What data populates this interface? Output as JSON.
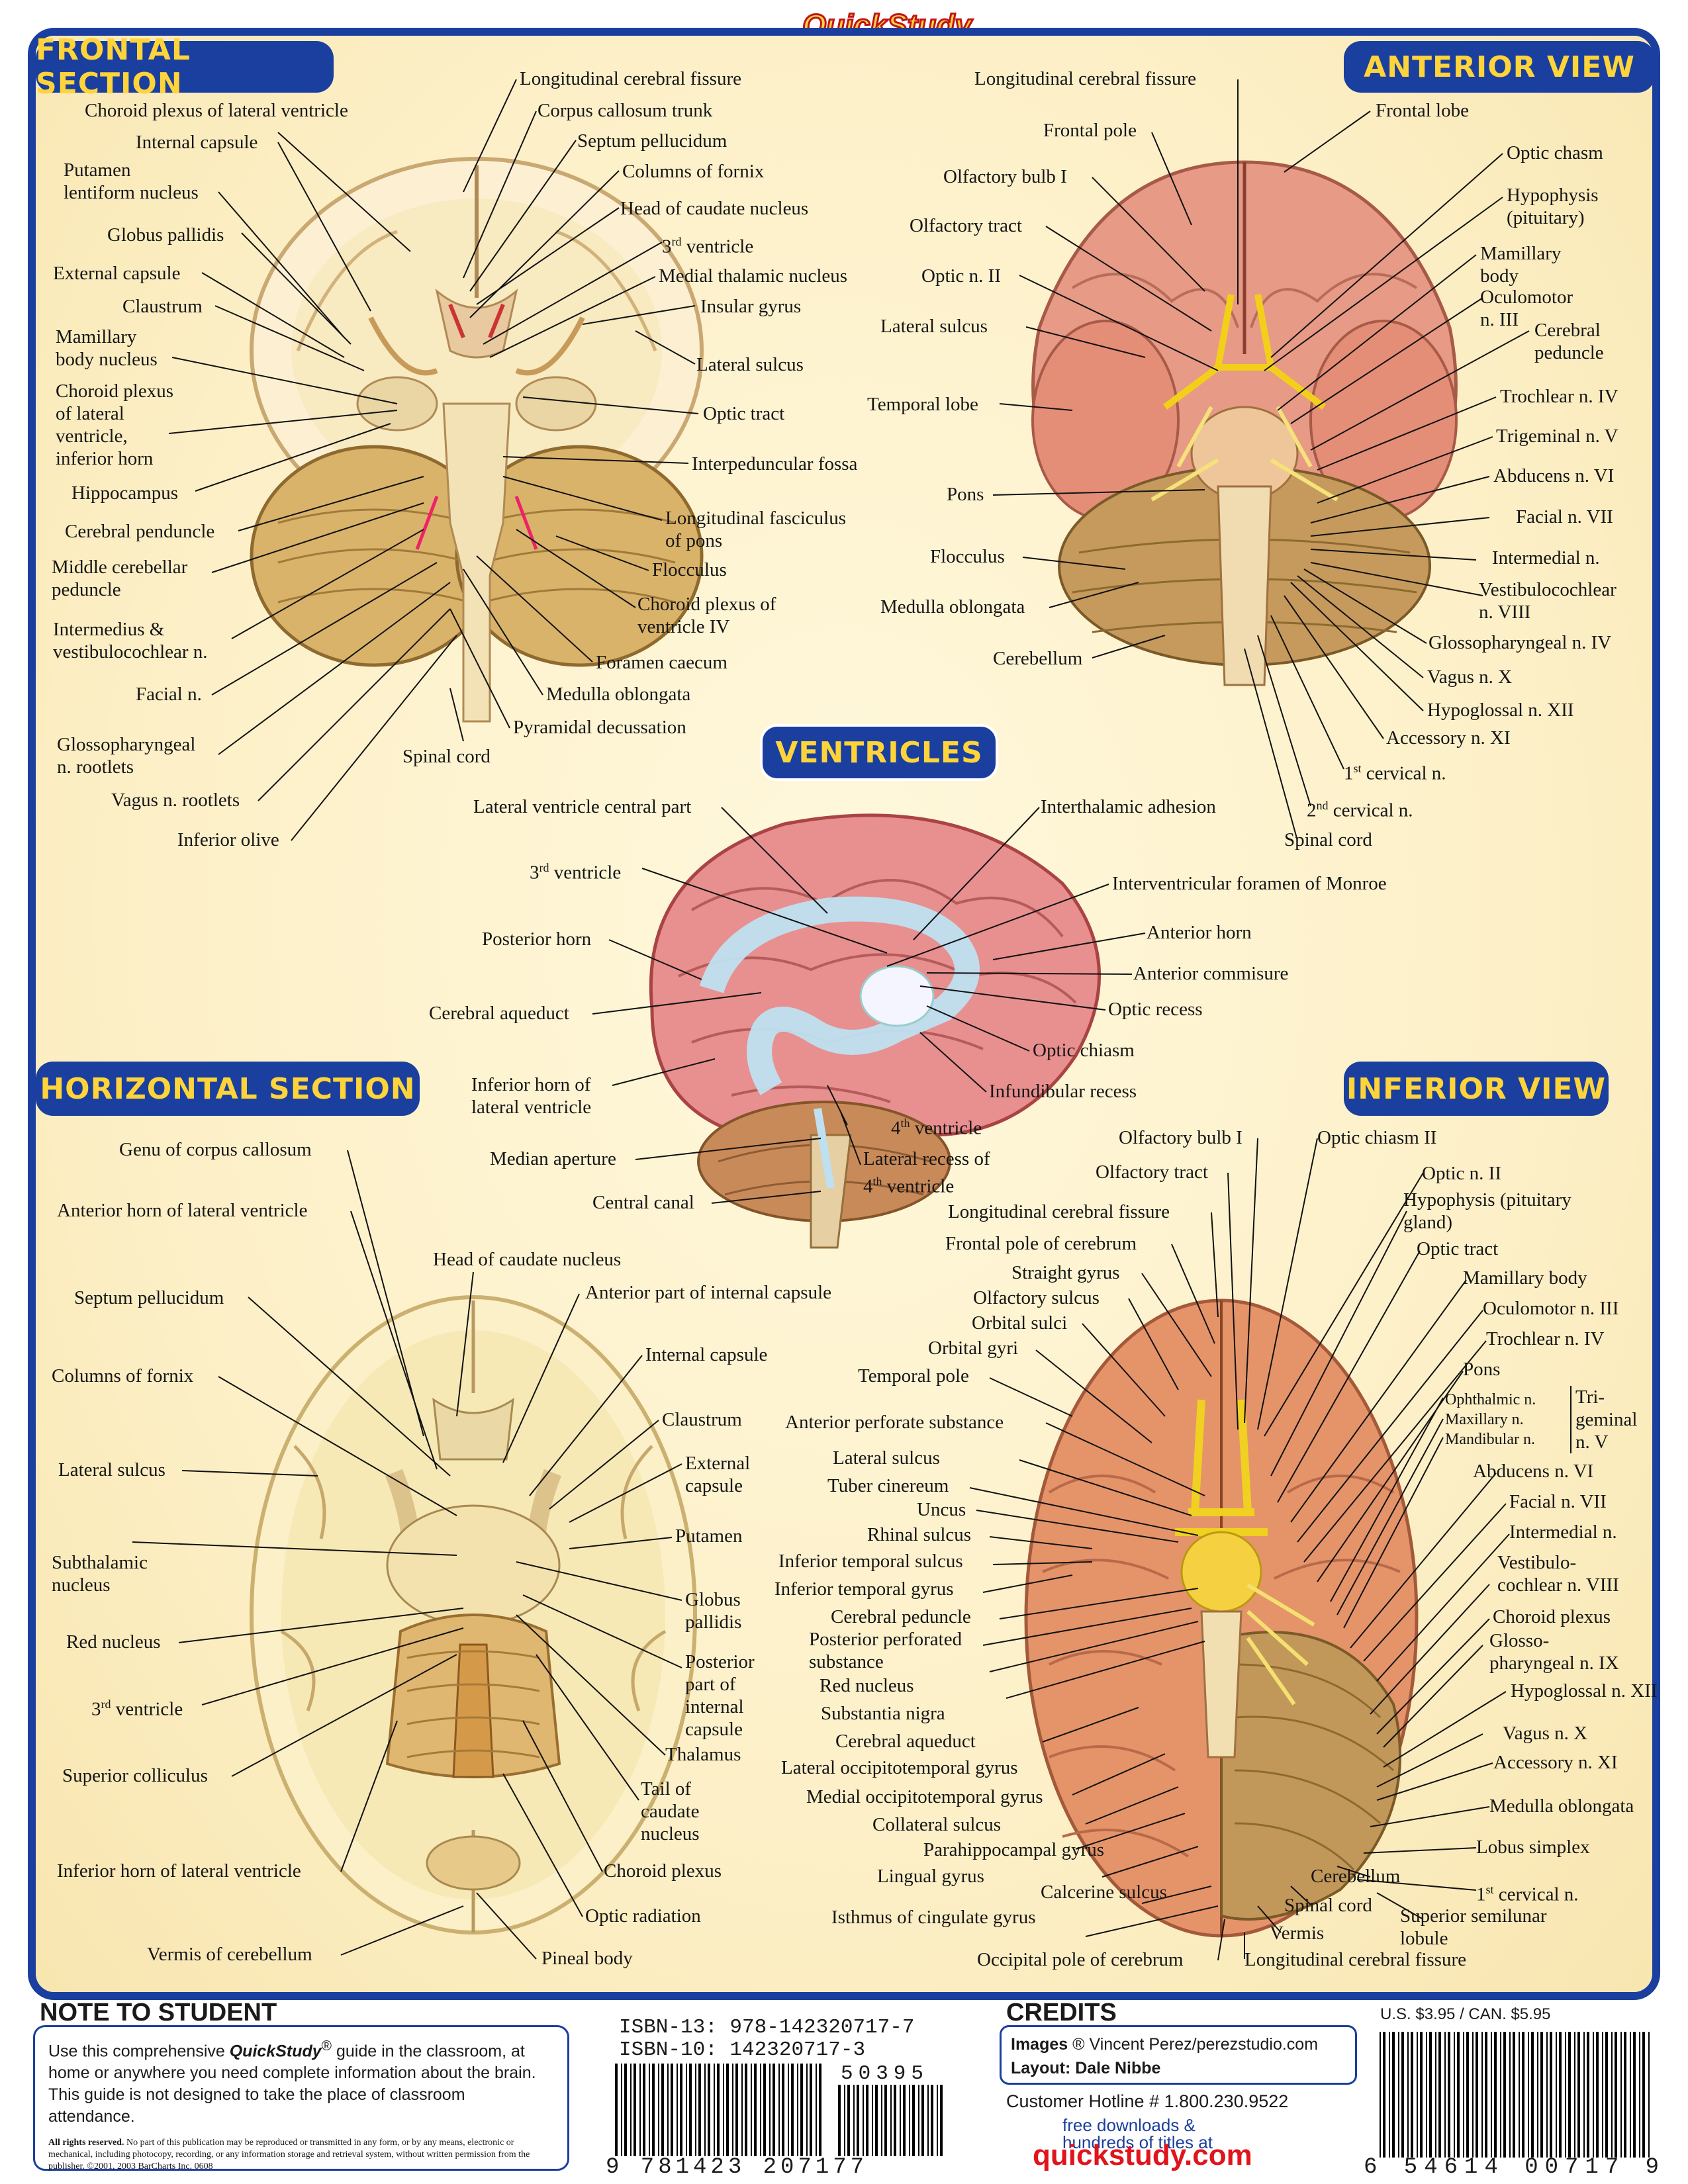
{
  "brand": {
    "logo_text": "QuickStudy"
  },
  "sections": {
    "frontal": "FRONTAL SECTION",
    "anterior": "ANTERIOR VIEW",
    "ventricles": "VENTRICLES",
    "horizontal": "HORIZONTAL SECTION",
    "inferior": "INFERIOR VIEW"
  },
  "frontal_labels": {
    "l1": "Longitudinal cerebral fissure",
    "l2": "Corpus callosum trunk",
    "l3": "Septum pellucidum",
    "l4": "Columns of fornix",
    "l5": "Head of caudate nucleus",
    "l6a": "3",
    "l6b": "rd",
    "l6c": " ventricle",
    "l7": "Medial thalamic nucleus",
    "l8": "Insular gyrus",
    "l9": "Lateral sulcus",
    "l10": "Optic tract",
    "l11": "Interpeduncular fossa",
    "l12a": "Longitudinal fasciculus",
    "l12b": "of pons",
    "l13": "Flocculus",
    "l14a": "Choroid plexus of",
    "l14b": "ventricle IV",
    "l15": "Foramen caecum",
    "l16": "Medulla oblongata",
    "l17": "Pyramidal decussation",
    "l18": "Spinal cord",
    "r1": "Choroid plexus of lateral ventricle",
    "r2": "Internal capsule",
    "r3a": "Putamen",
    "r3b": "lentiform nucleus",
    "r4": "Globus pallidis",
    "r5": "External capsule",
    "r6": "Claustrum",
    "r7a": "Mamillary",
    "r7b": "body nucleus",
    "r8a": "Choroid plexus",
    "r8b": "of lateral",
    "r8c": "ventricle,",
    "r8d": "inferior horn",
    "r9": "Hippocampus",
    "r10": "Cerebral penduncle",
    "r11a": "Middle cerebellar",
    "r11b": "peduncle",
    "r12a": "Intermedius &",
    "r12b": "vestibulocochlear n.",
    "r13": "Facial n.",
    "r14a": "Glossopharyngeal",
    "r14b": "n. rootlets",
    "r15": "Vagus n. rootlets",
    "r16": "Inferior olive"
  },
  "anterior_labels": {
    "a1": "Longitudinal cerebral fissure",
    "a2": "Frontal pole",
    "a3": "Olfactory bulb I",
    "a4": "Olfactory tract",
    "a5": "Optic n. II",
    "a6": "Lateral sulcus",
    "a7": "Temporal lobe",
    "a8": "Pons",
    "a9": "Flocculus",
    "a10": "Medulla oblongata",
    "a11": "Cerebellum",
    "b1": "Frontal lobe",
    "b2": "Optic chasm",
    "b3a": "Hypophysis",
    "b3b": "(pituitary)",
    "b4a": "Mamillary",
    "b4b": "body",
    "b5a": "Oculomotor",
    "b5b": "n. III",
    "b6a": "Cerebral",
    "b6b": "peduncle",
    "b7": "Trochlear n. IV",
    "b8": "Trigeminal n. V",
    "b9": "Abducens n. VI",
    "b10": "Facial n. VII",
    "b11": "Intermedial n.",
    "b12a": "Vestibulocochlear",
    "b12b": "n. VIII",
    "b13": "Glossopharyngeal n. IV",
    "b14": "Vagus n. X",
    "b15": "Hypoglossal n. XII",
    "b16": "Accessory n. XI",
    "b17a": "1",
    "b17b": "st",
    "b17c": " cervical n.",
    "b18a": "2",
    "b18b": "nd",
    "b18c": " cervical n.",
    "b19": "Spinal cord"
  },
  "ventricle_labels": {
    "v1": "Lateral ventricle central part",
    "v2a": "3",
    "v2b": "rd",
    "v2c": " ventricle",
    "v3": "Posterior horn",
    "v4": "Cerebral aqueduct",
    "v5a": "Inferior horn of",
    "v5b": "lateral ventricle",
    "v6": "Median aperture",
    "v7": "Central canal",
    "w1": "Interthalamic adhesion",
    "w2": "Interventricular foramen of Monroe",
    "w3": "Anterior horn",
    "w4": "Anterior commisure",
    "w5": "Optic recess",
    "w6": "Optic chiasm",
    "w7": "Infundibular recess",
    "w8a": "4",
    "w8b": "th",
    "w8c": " ventricle",
    "w9a": "Lateral recess of",
    "w9b": "4",
    "w9c": "th",
    "w9d": " ventricle"
  },
  "horizontal_labels": {
    "h1": "Genu of corpus callosum",
    "h2": "Anterior horn of lateral ventricle",
    "h3": "Head of caudate nucleus",
    "h4": "Anterior part of internal capsule",
    "h5": "Septum pellucidum",
    "h6": "Internal capsule",
    "h7": "Columns of fornix",
    "h8": "Claustrum",
    "h9": "Lateral sulcus",
    "h10a": "External",
    "h10b": "capsule",
    "h11": "Putamen",
    "h12a": "Subthalamic",
    "h12b": "nucleus",
    "h13a": "Globus",
    "h13b": "pallidis",
    "h14": "Red nucleus",
    "h15a": "Posterior",
    "h15b": "part of",
    "h15c": "internal",
    "h15d": "capsule",
    "h16a": "3",
    "h16b": "rd",
    "h16c": " ventricle",
    "h17": "Thalamus",
    "h18": "Superior colliculus",
    "h19a": "Tail of",
    "h19b": "caudate",
    "h19c": "nucleus",
    "h20": "Inferior horn of lateral ventricle",
    "h21": "Choroid plexus",
    "h22": "Optic radiation",
    "h23": "Vermis of cerebellum",
    "h24": "Pineal body"
  },
  "inferior_labels": {
    "i1": "Olfactory bulb I",
    "i2": "Olfactory tract",
    "i3": "Longitudinal cerebral fissure",
    "i4": "Frontal pole of cerebrum",
    "i5": "Straight gyrus",
    "i6": "Olfactory sulcus",
    "i7": "Orbital sulci",
    "i8": "Orbital gyri",
    "i9": "Temporal pole",
    "i10": "Anterior perforate substance",
    "i11": "Lateral sulcus",
    "i12": "Tuber cinereum",
    "i13": "Uncus",
    "i14": "Rhinal sulcus",
    "i15": "Inferior temporal sulcus",
    "i16": "Inferior temporal gyrus",
    "i17": "Cerebral peduncle",
    "i18a": "Posterior perforated",
    "i18b": "substance",
    "i19": "Red nucleus",
    "i20": "Substantia nigra",
    "i21": "Cerebral aqueduct",
    "i22": "Lateral occipitotemporal gyrus",
    "i23": "Medial occipitotemporal gyrus",
    "i24": "Collateral sulcus",
    "i25": "Parahippocampal gyrus",
    "i26": "Lingual gyrus",
    "i27": "Calcerine sulcus",
    "i28": "Isthmus of cingulate gyrus",
    "i29": "Occipital pole of cerebrum",
    "j1": "Optic chiasm II",
    "j2": "Optic n. II",
    "j3a": "Hypophysis (pituitary",
    "j3b": "gland)",
    "j4": "Optic tract",
    "j5": "Mamillary body",
    "j6": "Oculomotor n. III",
    "j7": "Trochlear n. IV",
    "j8": "Pons",
    "j9": "Ophthalmic n.",
    "j10": "Maxillary n.",
    "j11": "Mandibular n.",
    "j12a": "Tri-",
    "j12b": "geminal",
    "j12c": "n. V",
    "j13": "Abducens n. VI",
    "j14": "Facial n. VII",
    "j15": "Intermedial n.",
    "j16a": "Vestibulo-",
    "j16b": "cochlear n. VIII",
    "j17": "Choroid plexus",
    "j18a": "Glosso-",
    "j18b": "pharyngeal n. IX",
    "j19": "Hypoglossal n. XII",
    "j20": "Vagus n. X",
    "j21": "Accessory n. XI",
    "j22": "Medulla oblongata",
    "j23": "Lobus simplex",
    "j24a": "1",
    "j24b": "st",
    "j24c": " cervical n.",
    "j25": "Cerebellum",
    "j26": "Spinal cord",
    "j27a": "Superior semilunar",
    "j27b": "lobule",
    "j28": "Vermis",
    "j29": "Longitudinal cerebral fissure"
  },
  "footer": {
    "note_title": "NOTE TO STUDENT",
    "note_text_1": "Use this comprehensive ",
    "note_brand": "QuickStudy",
    "note_reg": "®",
    "note_text_2": " guide in the classroom, at home or anywhere you need complete information about the brain. This guide is not designed to take the place of classroom attendance.",
    "legal_bold": "All rights reserved.",
    "legal_text": " No part of this publication may be reproduced or transmitted in any form, or by any means, electronic or mechanical, including photocopy, recording, or any information storage and retrieval system, without written permission from the publisher. ©2001, 2003 BarCharts Inc. 0608",
    "isbn13": "ISBN-13: 978-142320717-7",
    "isbn10": "ISBN-10: 142320717-3",
    "barcode1_digits": "9 781423 207177",
    "barcode1_addon": "50395",
    "credits_title": "CREDITS",
    "credit_images_label": "Images",
    "credit_images_value": " ® Vincent Perez/perezstudio.com",
    "credit_layout_label": "Layout: Dale Nibbe",
    "hotline": "Customer Hotline # 1.800.230.9522",
    "free_dl_1": "free downloads &",
    "free_dl_2": "hundreds of titles at",
    "site": "quickstudy.com",
    "price": "U.S. $3.95 / CAN. $5.95",
    "barcode2_digits": "6 54614 00717 9"
  },
  "colors": {
    "frame_blue": "#1a3f9e",
    "tab_text_yellow": "#ffd43b",
    "background_cream": "#fdf3cf",
    "site_red": "#e0141b"
  }
}
